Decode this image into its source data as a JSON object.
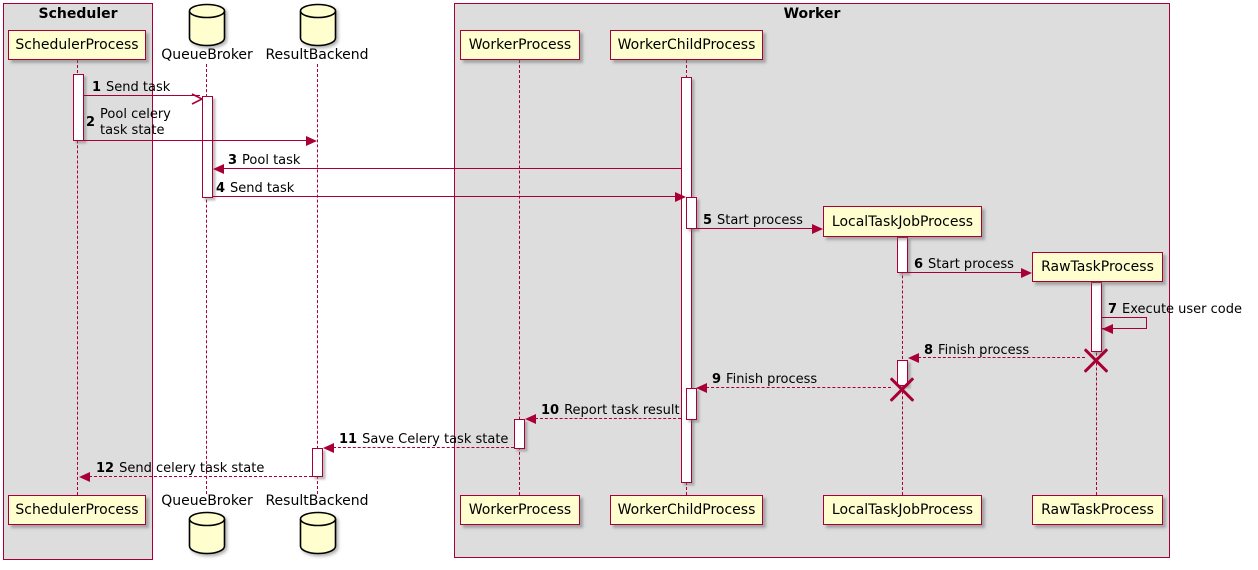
{
  "groups": {
    "scheduler": {
      "title": "Scheduler"
    },
    "worker": {
      "title": "Worker"
    }
  },
  "participants": {
    "scheduler_process": {
      "label": "SchedulerProcess",
      "type": "participant"
    },
    "queue_broker": {
      "label": "QueueBroker",
      "type": "database"
    },
    "result_backend": {
      "label": "ResultBackend",
      "type": "database"
    },
    "worker_process": {
      "label": "WorkerProcess",
      "type": "participant"
    },
    "worker_child_process": {
      "label": "WorkerChildProcess",
      "type": "participant"
    },
    "local_task_job_process": {
      "label": "LocalTaskJobProcess",
      "type": "participant"
    },
    "raw_task_process": {
      "label": "RawTaskProcess",
      "type": "participant"
    }
  },
  "messages": [
    {
      "num": "1",
      "text": "Send task"
    },
    {
      "num": "2",
      "text": "Pool celery task state"
    },
    {
      "num": "3",
      "text": "Pool task"
    },
    {
      "num": "4",
      "text": "Send task"
    },
    {
      "num": "5",
      "text": "Start process"
    },
    {
      "num": "6",
      "text": "Start process"
    },
    {
      "num": "7",
      "text": "Execute user code"
    },
    {
      "num": "8",
      "text": "Finish process"
    },
    {
      "num": "9",
      "text": "Finish process"
    },
    {
      "num": "10",
      "text": "Report task result"
    },
    {
      "num": "11",
      "text": "Save Celery task state"
    },
    {
      "num": "12",
      "text": "Send celery task state"
    }
  ],
  "colors": {
    "line": "#A80036",
    "participant_fill": "#FEFECE",
    "group_fill": "#DDDDDD",
    "activation_fill": "#FFFFFF",
    "text": "#000000",
    "background": "#FFFFFF"
  }
}
